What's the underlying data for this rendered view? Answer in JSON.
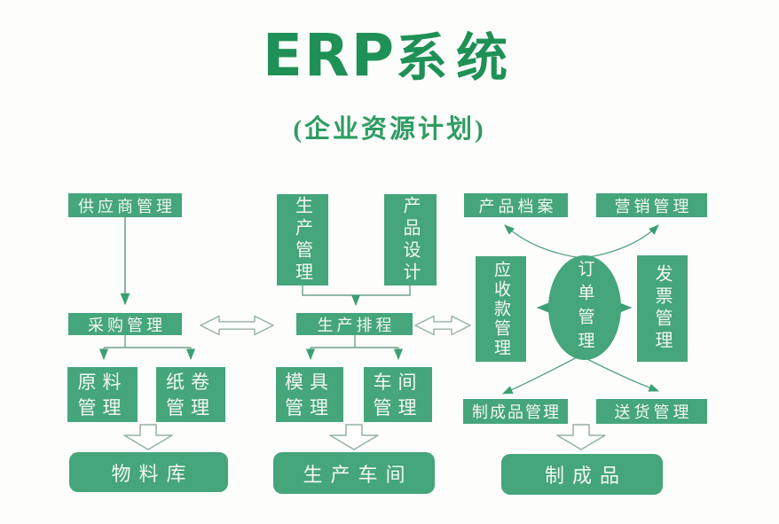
{
  "header": {
    "title_en": "ERP",
    "title_cn": "系统",
    "subtitle": "(企业资源计划)"
  },
  "colors": {
    "node_fill": "#45a57b",
    "node_text": "#f4f7f2",
    "title_green": "#1f9156",
    "subtitle_green": "#2f9c63",
    "connector": "#56a183",
    "arrowhead": "#3aa073",
    "hollow_arrow_outline": "#95b1a3"
  },
  "nodes": {
    "supplier": {
      "label": "供应商管理"
    },
    "purchasing": {
      "label": "采购管理"
    },
    "raw_material": {
      "label": "原料管理"
    },
    "paper_roll": {
      "label": "纸卷管理"
    },
    "material_warehouse": {
      "label": "物料库"
    },
    "production_mgmt": {
      "label": "生产管理"
    },
    "product_design": {
      "label": "产品设计"
    },
    "production_scheduling": {
      "label": "生产排程"
    },
    "mold_mgmt": {
      "label": "模具管理"
    },
    "workshop_mgmt": {
      "label": "车间管理"
    },
    "production_workshop": {
      "label": "生产车间"
    },
    "product_archive": {
      "label": "产品档案"
    },
    "marketing_mgmt": {
      "label": "营销管理"
    },
    "receivables_mgmt": {
      "label": "应收款管理"
    },
    "order_mgmt": {
      "label": "订单管理"
    },
    "invoice_mgmt": {
      "label": "发票管理"
    },
    "finished_goods_mgmt": {
      "label": "制成品管理"
    },
    "delivery_mgmt": {
      "label": "送货管理"
    },
    "finished_goods": {
      "label": "制成品"
    }
  },
  "connections": [
    {
      "from": "供应商管理",
      "to": "采购管理",
      "style": "arrow"
    },
    {
      "from": "采购管理",
      "to": "原料管理",
      "style": "arrow"
    },
    {
      "from": "采购管理",
      "to": "纸卷管理",
      "style": "arrow"
    },
    {
      "from": "原料管理/纸卷管理",
      "to": "物料库",
      "style": "hollow-block-arrow"
    },
    {
      "from": "采购管理",
      "to": "生产排程",
      "style": "double-hollow-arrow"
    },
    {
      "from": "生产管理",
      "to": "生产排程",
      "style": "arrow"
    },
    {
      "from": "产品设计",
      "to": "生产排程",
      "style": "arrow"
    },
    {
      "from": "生产排程",
      "to": "模具管理",
      "style": "arrow"
    },
    {
      "from": "生产排程",
      "to": "车间管理",
      "style": "arrow"
    },
    {
      "from": "模具管理/车间管理",
      "to": "生产车间",
      "style": "hollow-block-arrow"
    },
    {
      "from": "生产排程",
      "to": "应收款管理",
      "style": "double-hollow-arrow"
    },
    {
      "from": "订单管理",
      "to": "产品档案",
      "style": "curved-arrow"
    },
    {
      "from": "订单管理",
      "to": "营销管理",
      "style": "curved-arrow"
    },
    {
      "from": "订单管理",
      "to": "应收款管理",
      "style": "arrow"
    },
    {
      "from": "订单管理",
      "to": "发票管理",
      "style": "arrow"
    },
    {
      "from": "订单管理",
      "to": "制成品管理",
      "style": "curved-arrow"
    },
    {
      "from": "订单管理",
      "to": "送货管理",
      "style": "curved-arrow"
    },
    {
      "from": "制成品管理/送货管理",
      "to": "制成品",
      "style": "hollow-block-arrow"
    }
  ]
}
